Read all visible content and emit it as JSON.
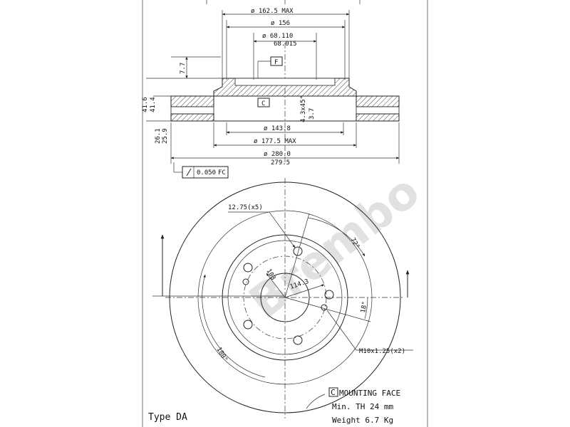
{
  "dims": {
    "d_162_5": "ø 162.5 MAX",
    "d_156": "ø 156",
    "d_68_110": "ø 68.110",
    "d_68_015": "68.015",
    "ref_f": "F",
    "ref_c": "C",
    "h_7_7": "7.7",
    "h_41_6": "41.6",
    "h_41_4": "41.4",
    "chamfer": "4.3x45°",
    "h_3_7": "3.7",
    "d_143_8": "ø 143.8",
    "d_177_5": "ø 177.5 MAX",
    "h_26_1": "26.1",
    "h_25_9": "25.9",
    "d_280_0": "ø 280.0",
    "d_279_5": "279.5",
    "tolerance": "0.050",
    "tol_ref": "FC"
  },
  "front": {
    "holes": "12.75(x5)",
    "angle_72": "72°",
    "pcd_103": "103",
    "pcd_114_3": "114.3",
    "angle_18": "18°",
    "angle_180": "180°",
    "thread": "M10x1.25(x2)"
  },
  "notes": {
    "mounting_ref": "C",
    "mounting": "MOUNTING FACE",
    "min_th": "Min. TH 24  mm",
    "weight": "Weight 6.7 Kg",
    "type": "Type DA"
  },
  "watermark": "Brembo"
}
